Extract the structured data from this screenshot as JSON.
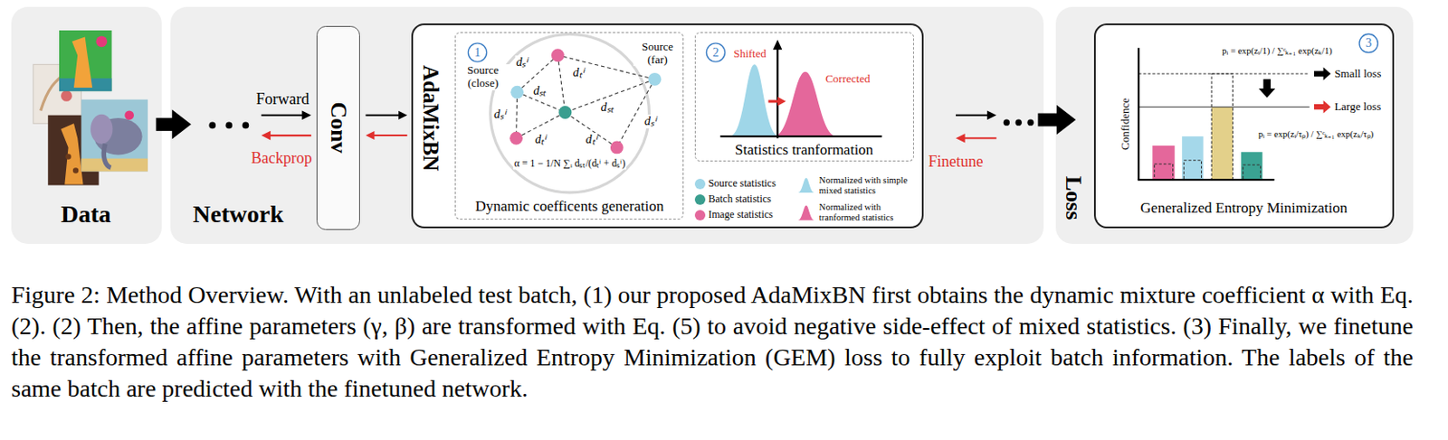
{
  "diagram": {
    "caption": "Figure 2: Method Overview. With an unlabeled test batch, (1) our proposed AdaMixBN first obtains the dynamic mixture coefficient α with Eq. (2). (2) Then, the affine parameters (γ, β) are transformed with Eq. (5) to avoid negative side-effect of mixed statistics. (3) Finally, we finetune the transformed affine parameters with Generalized Entropy Minimization (GEM) loss to fully exploit batch information. The labels of the same batch are predicted with the finetuned network.",
    "nodes": [
      {
        "text": [
          "Data"
        ]
      },
      {
        "text": [
          "Network"
        ]
      },
      {
        "text": [
          "Conv"
        ],
        "in": 1
      },
      {
        "text": [
          "AdaMixBN"
        ],
        "in": 1
      },
      {
        "text": [
          "Dynamic coefficents generation"
        ],
        "in": 3
      },
      {
        "text": [
          "Statistics tranformation"
        ],
        "in": 3
      },
      {
        "text": [
          "Loss"
        ]
      },
      {
        "text": [
          "Generalized Entropy Minimization"
        ],
        "in": 6
      }
    ],
    "edges": [
      {
        "from": 0,
        "to": 1,
        "arrow": "to"
      },
      {
        "from": 2,
        "to": 3,
        "arrow": "to"
      },
      {
        "from": 3,
        "to": 2,
        "arrow": "to"
      },
      {
        "from": 1,
        "to": 6,
        "arrow": "to"
      }
    ],
    "labels": [
      "Forward",
      "Backprop",
      "1",
      "Source (close)",
      "Source (far)",
      "dₛⁱ",
      "dₜⁱ",
      "dₛⁱ",
      "dₛₜ",
      "dₛₜ",
      "dₜⁱ",
      "dₜⁱ",
      "dₛⁱ",
      "α = 1 − 1/N ∑ᵢ dₛₜ/(dₜⁱ + dₛⁱ)",
      "2",
      "Shifted",
      "Corrected",
      "3",
      "pᵢ = exp(zᵢ/1) / ∑ᶜₖ₌₁ exp(zₖ/1)",
      "Small loss",
      "Large loss",
      "pᵢ = exp(zᵢ/τₚ) / ∑ᶜₖ₌₁ exp(zₖ/τₚ)",
      "Confidence",
      "Finetune"
    ],
    "legend": [
      {
        "text": "Source statistics",
        "color": "#9fd6e8"
      },
      {
        "text": "Batch statistics",
        "color": "#3a9e8f"
      },
      {
        "text": "Image statistics",
        "color": "#e4679b"
      },
      {
        "text": "Normalized with simple mixed statistics"
      },
      {
        "text": "Normalized with tranformed statistics"
      }
    ]
  }
}
